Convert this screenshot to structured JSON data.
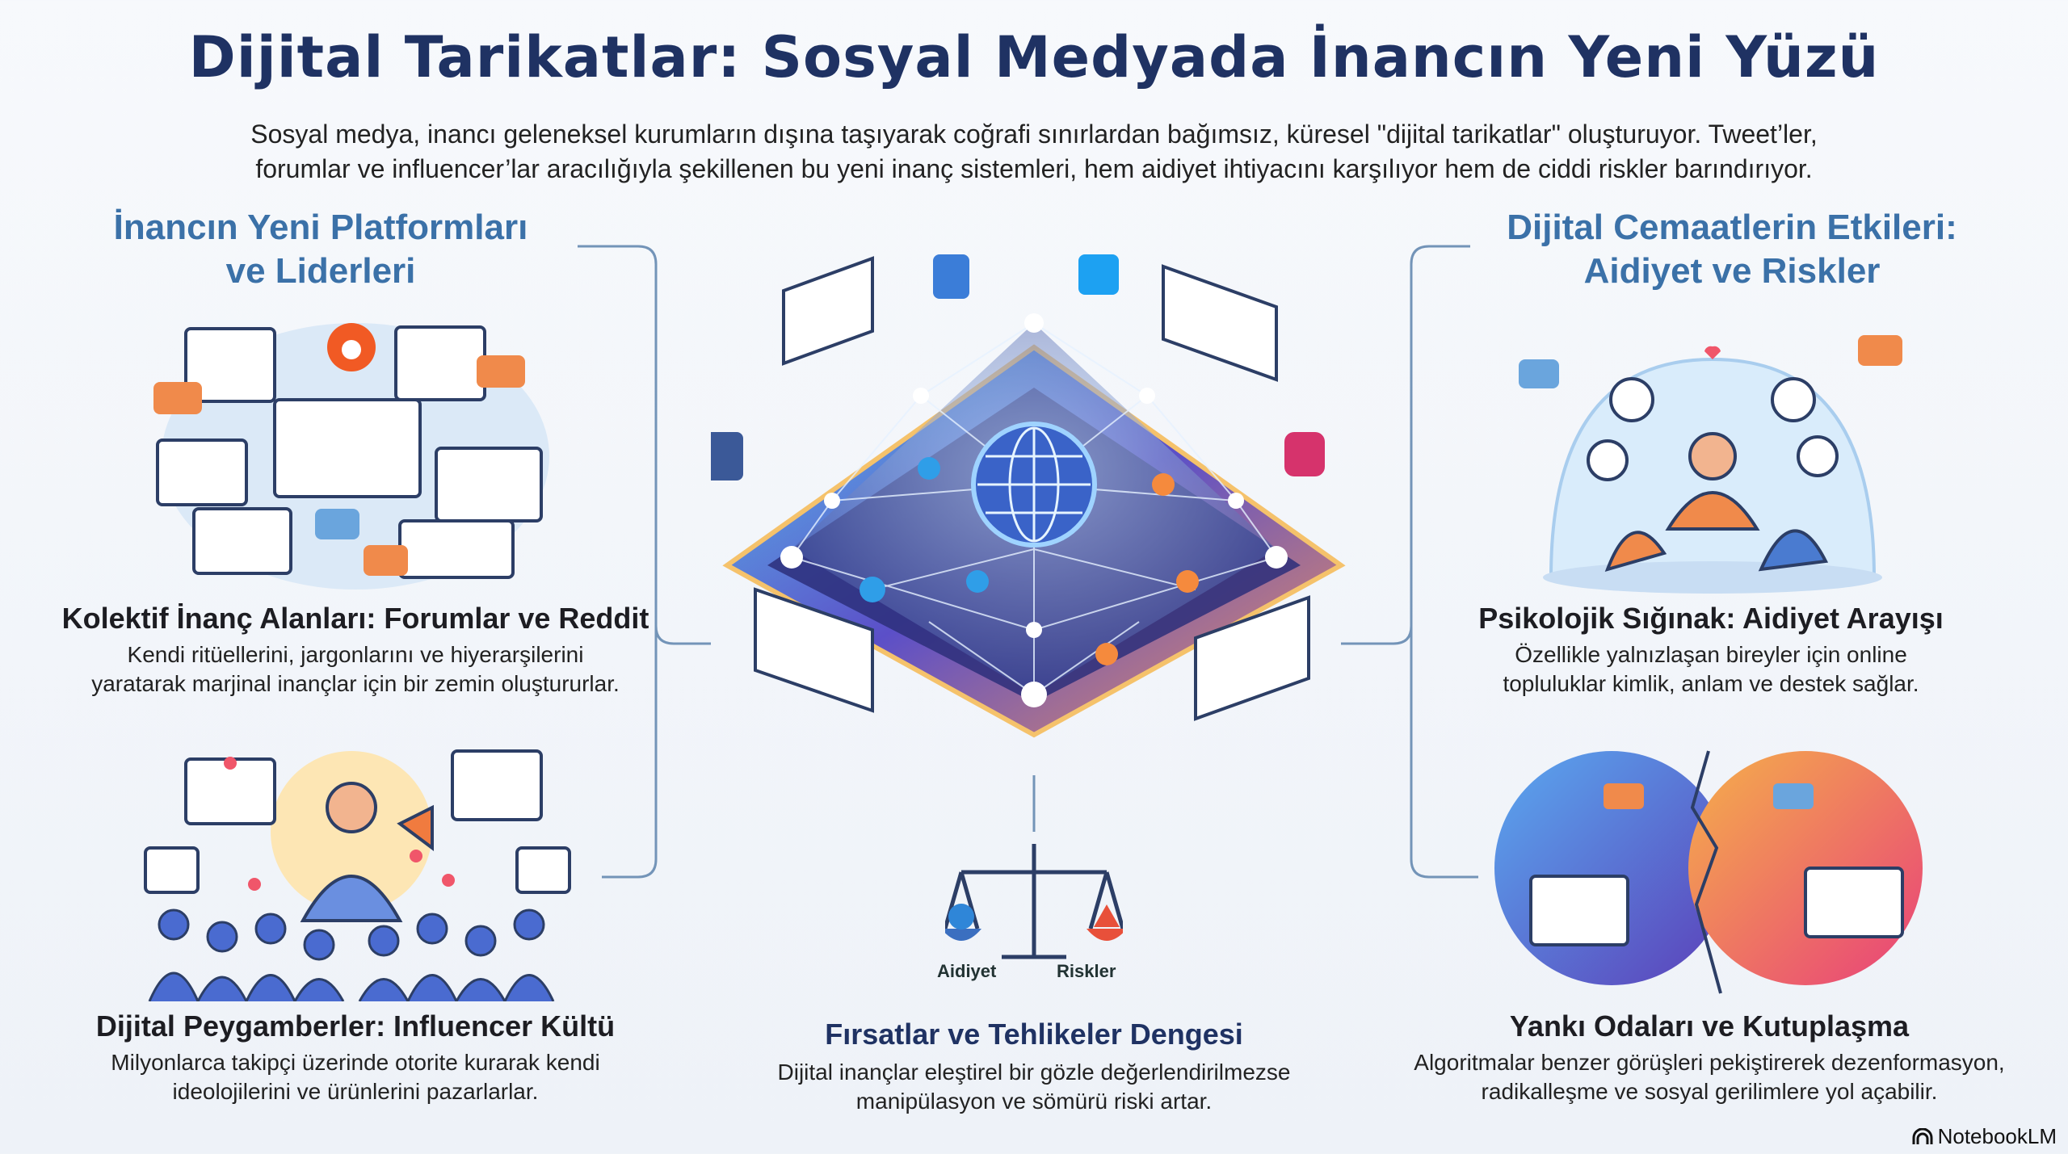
{
  "title": "Dijital Tarikatlar: Sosyal Medyada İnancın Yeni Yüzü",
  "subtitle": [
    "Sosyal medya, inancı geleneksel kurumların dışına taşıyarak coğrafi sınırlardan bağımsız, küresel \"dijital tarikatlar\" oluşturuyor. Tweet’ler,",
    "forumlar ve influencer’lar aracılığıyla şekillenen bu yeni inanç sistemleri, hem aidiyet ihtiyacını karşılıyor hem de ciddi riskler barındırıyor."
  ],
  "left": {
    "heading": [
      "İnancın Yeni Platformları",
      "ve Liderleri"
    ],
    "cards": [
      {
        "title": "Kolektif İnanç Alanları: Forumlar ve Reddit",
        "desc": [
          "Kendi ritüellerini, jargonlarını ve hiyerarşilerini",
          "yaratarak marjinal inançlar için bir zemin oluştururlar."
        ]
      },
      {
        "title": "Dijital Peygamberler: Influencer Kültü",
        "desc": [
          "Milyonlarca takipçi üzerinde otorite kurarak kendi",
          "ideolojilerini ve ürünlerini pazarlarlar."
        ]
      }
    ]
  },
  "right": {
    "heading": [
      "Dijital Cemaatlerin Etkileri:",
      "Aidiyet ve Riskler"
    ],
    "cards": [
      {
        "title": "Psikolojik Sığınak: Aidiyet Arayışı",
        "desc": [
          "Özellikle yalnızlaşan bireyler için online",
          "topluluklar kimlik, anlam ve destek sağlar."
        ]
      },
      {
        "title": "Yankı Odaları ve Kutuplaşma",
        "desc": [
          "Algoritmalar benzer görüşleri pekiştirerek dezenformasyon,",
          "radikalleşme ve sosyal gerilimlere yol açabilir."
        ]
      }
    ]
  },
  "center": {
    "scale_labels": [
      "Aidiyet",
      "Riskler"
    ],
    "title": "Fırsatlar ve Tehlikeler Dengesi",
    "desc": [
      "Dijital inançlar eleştirel bir gözle değerlendirilmezse",
      "manipülasyon ve sömürü riski artar."
    ]
  },
  "brand": "NotebookLM",
  "colors": {
    "title": "#1f3263",
    "heading": "#3b71a8",
    "line": "#6f92b8"
  }
}
